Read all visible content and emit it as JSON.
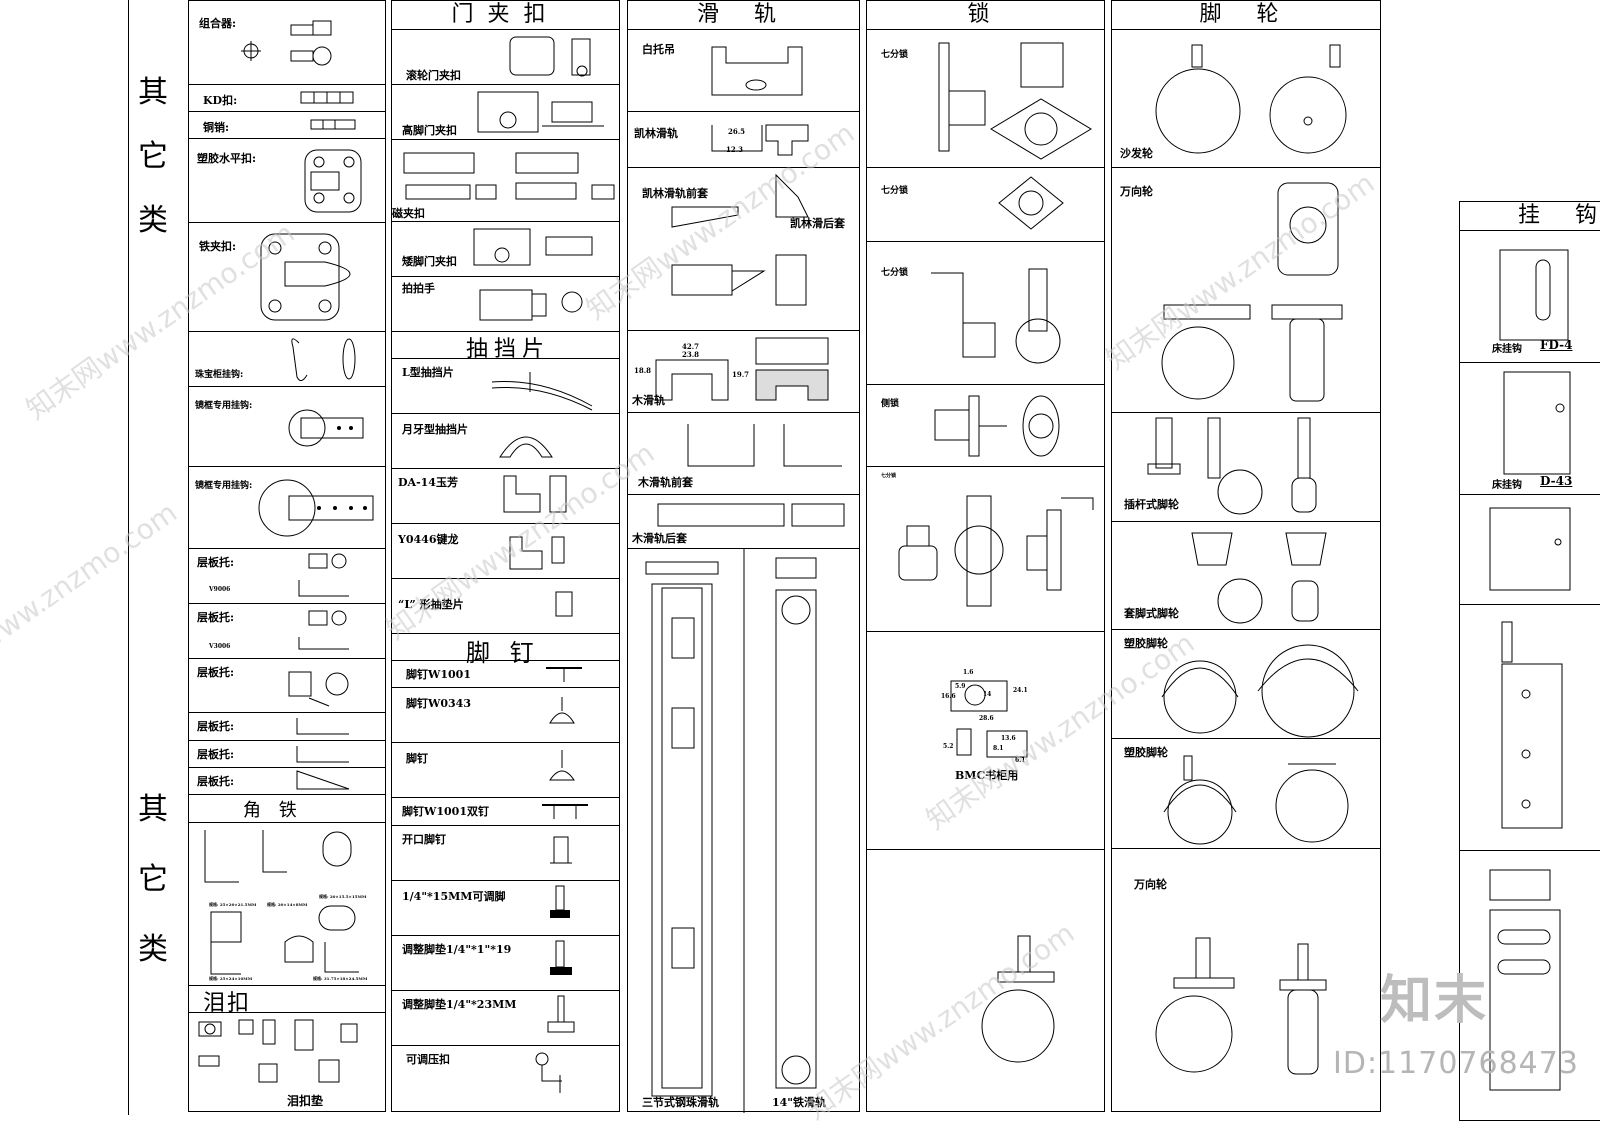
{
  "side_labels": {
    "top": [
      "其",
      "它",
      "类"
    ],
    "bottom": [
      "其",
      "它",
      "类"
    ]
  },
  "col1": {
    "items": [
      "组合器:",
      "KD扣:",
      "铜销:",
      "塑胶水平扣:",
      "铁夹扣:",
      "珠宝柜挂钩:",
      "镜框专用挂钩:",
      "镜框专用挂钩:",
      "层板托:",
      "层板托:",
      "层板托:",
      "层板托:",
      "层板托:",
      "层板托:"
    ],
    "small_codes": [
      "V9006",
      "V3006"
    ],
    "angle_header": "角 铁",
    "angle_notes": [
      "规格: 25×20×21.5MM",
      "规格: 20×14×8MM",
      "规格: 20×15.5×15MM",
      "规格: 25×24×10MM",
      "规格: 31.75×18×24.5MM"
    ],
    "tear_header": "泪扣",
    "tear_label": "泪扣垫"
  },
  "col2": {
    "header": "门夹扣",
    "items": [
      "滚轮门夹扣",
      "高脚门夹扣",
      "磁夹扣",
      "矮脚门夹扣",
      "拍拍手"
    ],
    "drawer_header": "抽挡片",
    "drawer_items": [
      "L型抽挡片",
      "月牙型抽挡片",
      "DA-14玉芳",
      "Y0446键龙",
      "“L” 形抽垫片"
    ],
    "feet_header": "脚 钉",
    "feet_items": [
      "脚钉W1001",
      "脚钉W0343",
      "脚钉",
      "脚钉W1001双钉",
      "开口脚钉",
      "1/4\"*15MM可调脚",
      "调整脚垫1/4\"*1\"*19",
      "调整脚垫1/4\"*23MM",
      "可调压扣"
    ]
  },
  "col3": {
    "header": "滑 轨",
    "items": [
      "白托吊",
      "凯林滑轨",
      "凯林滑轨前套",
      "凯林滑后套",
      "木滑轨",
      "木滑轨前套",
      "木滑轨后套",
      "三节式钢珠滑轨",
      "14\"铁滑轨"
    ],
    "dims": [
      "26.5",
      "12.3",
      "42.7",
      "23.8",
      "18.8",
      "19.7"
    ]
  },
  "col4": {
    "header": "锁",
    "items": [
      "七分锁",
      "七分锁",
      "七分锁",
      "侧锁",
      "七分锁",
      "BMC书柜用"
    ],
    "dims": [
      "1.6",
      "5.9",
      "16.6",
      "14",
      "24.1",
      "28.6",
      "13.6",
      "5.2",
      "8.1",
      "6.1"
    ]
  },
  "col5": {
    "header": "脚  轮",
    "items": [
      "沙发轮",
      "万向轮",
      "插杆式脚轮",
      "套脚式脚轮",
      "塑胶脚轮",
      "塑胶脚轮",
      "万向轮"
    ]
  },
  "col6": {
    "header": "挂 钩",
    "labels": [
      {
        "name": "床挂钩",
        "code": "FD-4"
      },
      {
        "name": "床挂钩",
        "code": "D-43"
      }
    ]
  },
  "watermark": {
    "site": "www.znzmo.com",
    "brand": "知末网",
    "logo": "知末",
    "id": "ID:1170768473"
  }
}
